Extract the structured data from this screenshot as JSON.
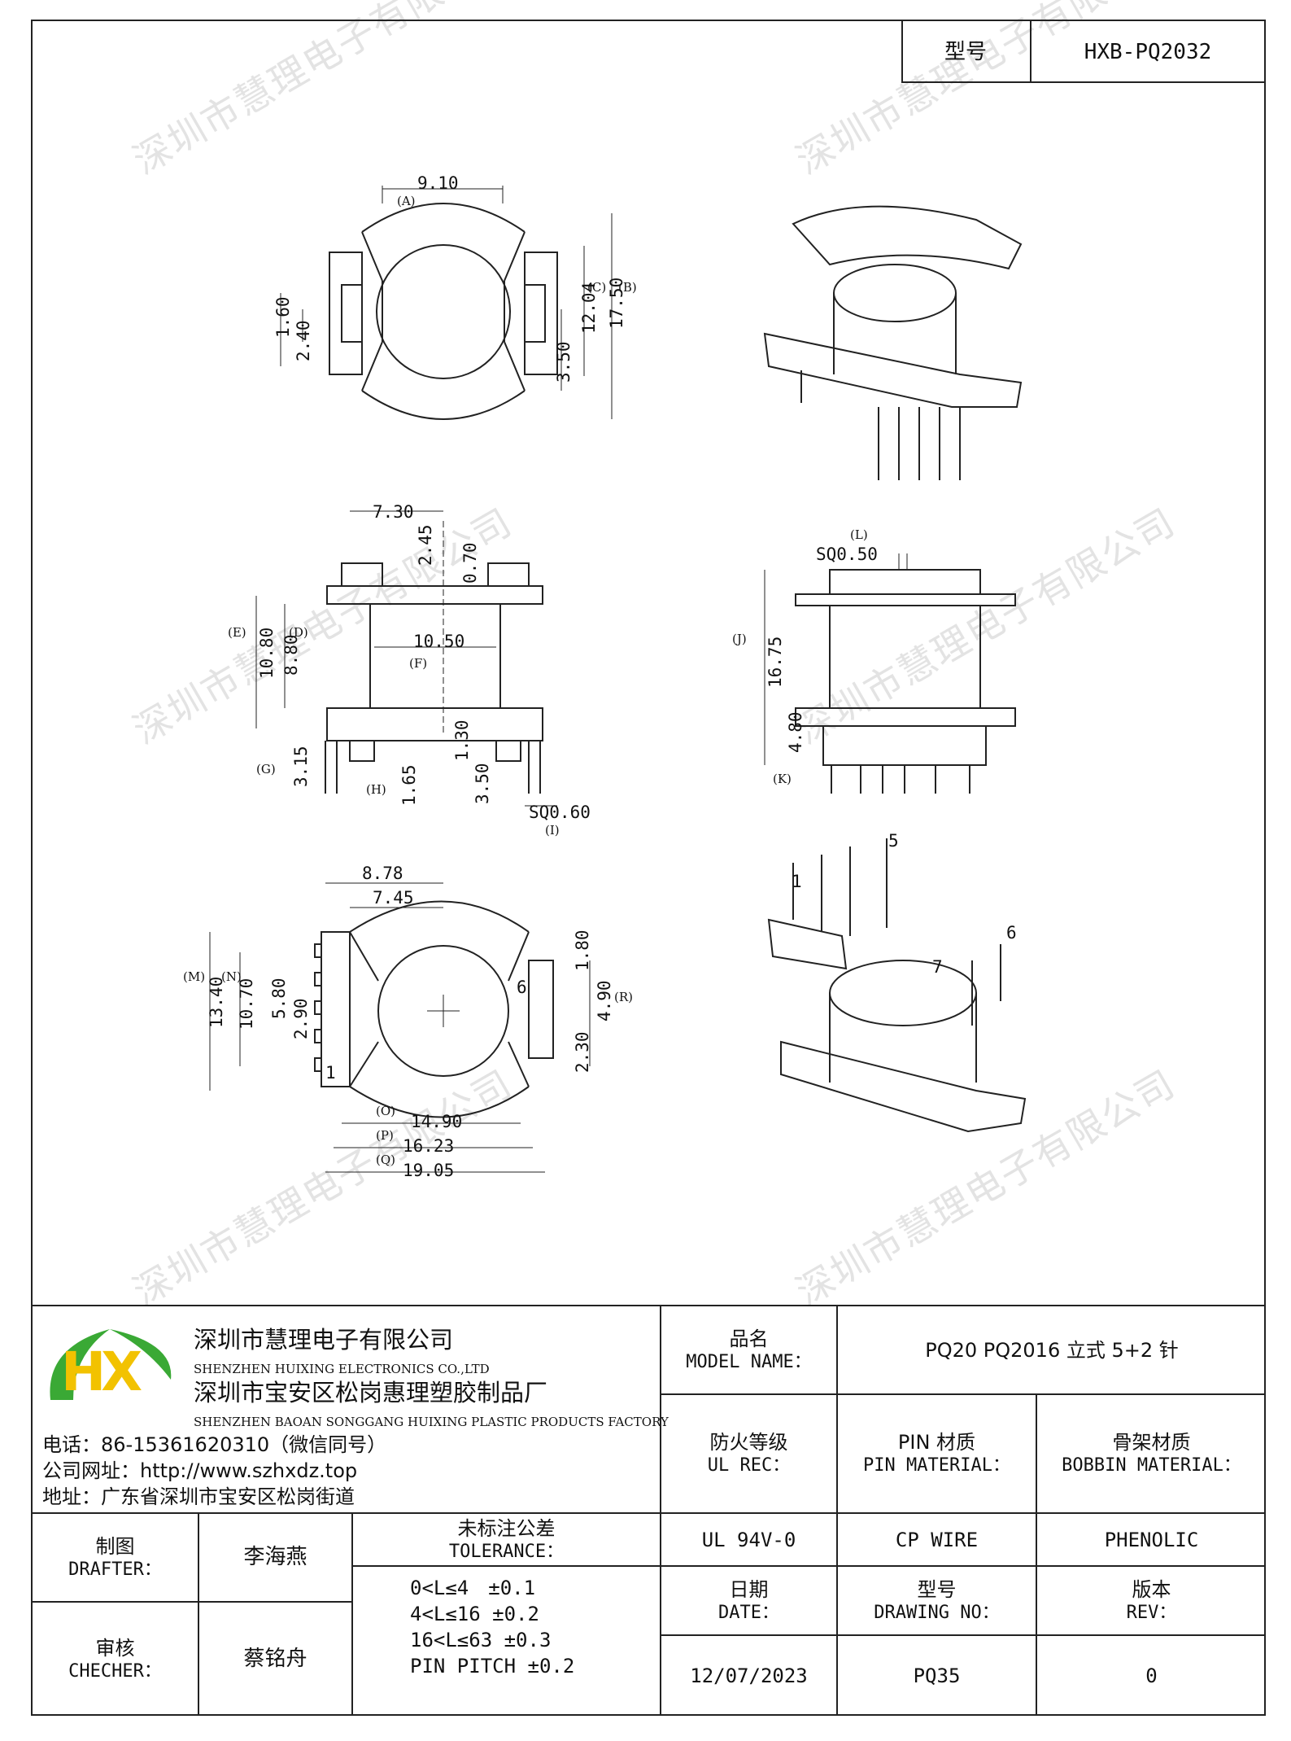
{
  "watermark": "深圳市慧理电子有限公司",
  "header": {
    "model_label": "型号",
    "model_value": "HXB-PQ2032"
  },
  "drawing": {
    "top_view": {
      "dims": [
        "9.10",
        "1.60",
        "2.40",
        "12.04",
        "17.50",
        "3.50"
      ],
      "labels": [
        "(A)",
        "(B)",
        "(C)"
      ]
    },
    "front_view": {
      "dims": [
        "7.30",
        "2.45",
        "0.70",
        "10.50",
        "10.80",
        "8.80",
        "3.15",
        "1.65",
        "1.30",
        "3.50",
        "SQ0.60"
      ],
      "labels": [
        "(E)",
        "(D)",
        "(F)",
        "(G)",
        "(H)",
        "(I)"
      ]
    },
    "side_view": {
      "dims": [
        "SQ0.50",
        "16.75",
        "4.80"
      ],
      "labels": [
        "(L)",
        "(J)",
        "(K)"
      ]
    },
    "bottom_view": {
      "dims": [
        "8.78",
        "7.45",
        "13.40",
        "10.70",
        "5.80",
        "2.90",
        "1.80",
        "4.90",
        "2.30",
        "14.90",
        "16.23",
        "19.05"
      ],
      "labels": [
        "(M)",
        "(N)",
        "(R)",
        "(O)",
        "(P)",
        "(Q)"
      ],
      "pin_numbers": [
        "6",
        "1"
      ]
    },
    "iso_pins": [
      "1",
      "5",
      "6",
      "7"
    ]
  },
  "company": {
    "logo_letters": "HX",
    "name_cn": "深圳市慧理电子有限公司",
    "name_en": "SHENZHEN HUIXING ELECTRONICS CO.,LTD",
    "factory_cn": "深圳市宝安区松岗惠理塑胶制品厂",
    "factory_en": "SHENZHEN BAOAN SONGGANG HUIXING PLASTIC PRODUCTS FACTORY",
    "phone": "电话：86-15361620310（微信同号）",
    "website": "公司网址：http://www.szhxdz.top",
    "address": "地址：广东省深圳市宝安区松岗街道"
  },
  "title_block": {
    "model_name_cn": "品名",
    "model_name_en": "MODEL NAME：",
    "model_name_value": "PQ20 PQ2016 立式 5+2 针",
    "ul_cn": "防火等级",
    "ul_en": "UL REC：",
    "ul_value": "UL 94V-0",
    "pin_mat_cn": "PIN 材质",
    "pin_mat_en": "PIN MATERIAL：",
    "pin_mat_value": "CP WIRE",
    "bobbin_cn": "骨架材质",
    "bobbin_en": "BOBBIN MATERIAL：",
    "bobbin_value": "PHENOLIC",
    "drafter_cn": "制图",
    "drafter_en": "DRAFTER：",
    "drafter_name": "李海燕",
    "checker_cn": "审核",
    "checker_en": "CHECHER：",
    "checker_name": "蔡铭舟",
    "tolerance_cn": "未标注公差",
    "tolerance_en": "TOLERANCE：",
    "tolerance_lines": [
      "0<L≤4　±0.1",
      "4<L≤16 ±0.2",
      "16<L≤63 ±0.3",
      "PIN PITCH ±0.2"
    ],
    "date_cn": "日期",
    "date_en": "DATE：",
    "date_value": "12/07/2023",
    "drawing_no_cn": "型号",
    "drawing_no_en": "DRAWING NO：",
    "drawing_no_value": "PQ35",
    "rev_cn": "版本",
    "rev_en": "REV：",
    "rev_value": "0"
  },
  "colors": {
    "logo_green": "#3aa935",
    "logo_yellow": "#f2c200"
  }
}
